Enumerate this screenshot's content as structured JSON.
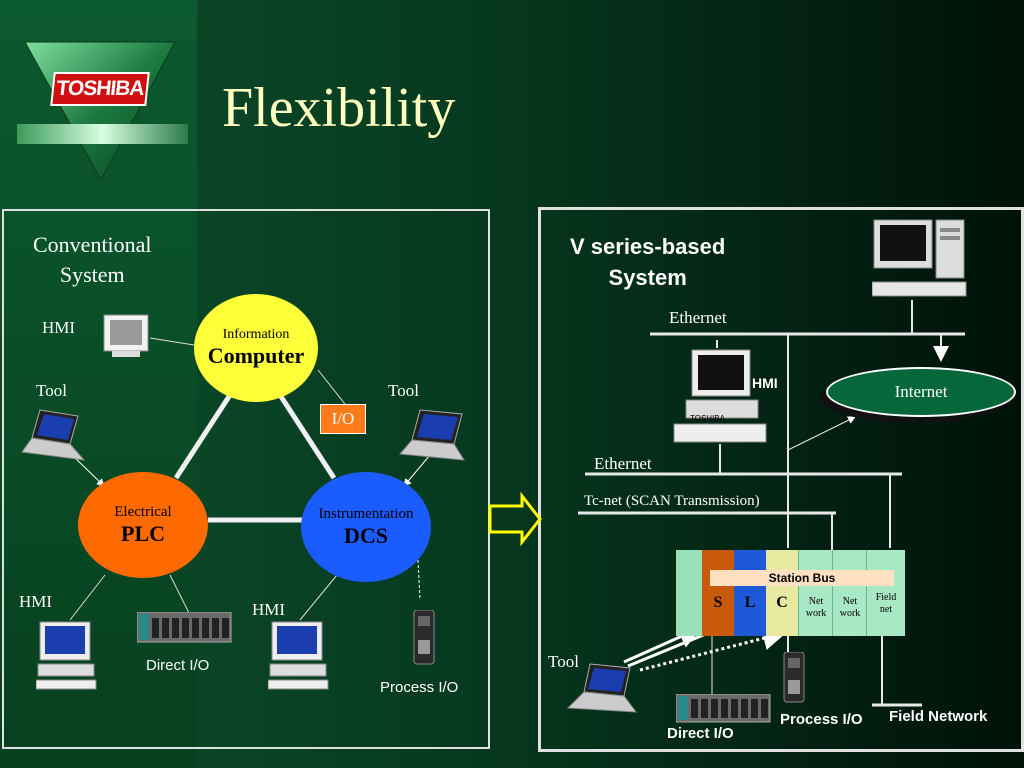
{
  "slide": {
    "title": "Flexibility",
    "logo_text": "TOSHIBA"
  },
  "conventional": {
    "heading_line1": "Conventional",
    "heading_line2": "System",
    "hmi_top": "HMI",
    "tool_left": "Tool",
    "tool_right": "Tool",
    "info_small": "Information",
    "info_big": "Computer",
    "io_box": "I/O",
    "plc_small": "Electrical",
    "plc_big": "PLC",
    "dcs_small": "Instrumentation",
    "dcs_big": "DCS",
    "hmi_left": "HMI",
    "hmi_mid": "HMI",
    "direct_io": "Direct I/O",
    "process_io": "Process I/O"
  },
  "vseries": {
    "heading_line1": "V series-based",
    "heading_line2": "System",
    "ethernet_top": "Ethernet",
    "hmi": "HMI",
    "hmi_brand": "TOSHIBA",
    "internet": "Internet",
    "ethernet_mid": "Ethernet",
    "tcnet": "Tc-net (SCAN Transmission)",
    "station_bus": "Station Bus",
    "module_s": "S",
    "module_l": "L",
    "module_c": "C",
    "net1_l1": "Net",
    "net1_l2": "work",
    "net2_l1": "Net",
    "net2_l2": "work",
    "field_l1": "Field",
    "field_l2": "net",
    "tool": "Tool",
    "direct_io": "Direct I/O",
    "process_io": "Process I/O",
    "field_network": "Field Network"
  },
  "colors": {
    "info_ellipse": "#ffff3a",
    "plc_ellipse": "#ff6a00",
    "dcs_ellipse": "#1a5cff",
    "internet_ellipse": "#06683a",
    "arrow": "#ffff00",
    "title": "#ffffc0"
  }
}
